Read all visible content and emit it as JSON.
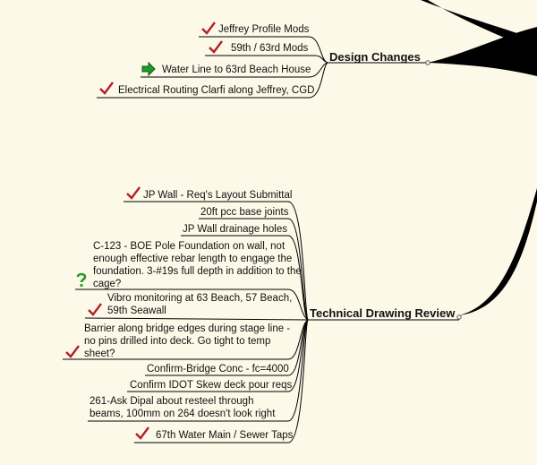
{
  "colors": {
    "background": "#fdf9e8",
    "line": "#000000",
    "check": "#b3202a",
    "arrow": "#1e9b2b",
    "question": "#1e9b2b"
  },
  "topics": {
    "design": {
      "title": "Design Changes",
      "items": [
        {
          "text": "Jeffrey Profile Mods",
          "icon": "check-icon"
        },
        {
          "text": "59th / 63rd Mods",
          "icon": "check-icon"
        },
        {
          "text": "Water Line to 63rd Beach House",
          "icon": "arrow-right-icon"
        },
        {
          "text": "Electrical Routing Clarfi along Jeffrey, CGD",
          "icon": "check-icon"
        }
      ]
    },
    "review": {
      "title": "Technical Drawing Review",
      "items": [
        {
          "text": "JP Wall - Req's Layout Submittal",
          "icon": "check-icon"
        },
        {
          "text": "20ft pcc base joints",
          "icon": ""
        },
        {
          "text": "JP Wall drainage holes",
          "icon": ""
        },
        {
          "text": "C-123 - BOE Pole Foundation on wall, not enough effective rebar length to engage the foundation. 3-#19s full depth in addition to the cage?",
          "icon": "question-icon"
        },
        {
          "text": "Vibro monitoring at 63 Beach, 57 Beach, 59th Seawall",
          "icon": "check-icon"
        },
        {
          "text": "Barrier along bridge edges during stage line - no pins drilled into deck. Go tight to temp sheet?",
          "icon": "check-icon"
        },
        {
          "text": "Confirm-Bridge Conc - fc=4000",
          "icon": ""
        },
        {
          "text": "Confirm IDOT Skew deck pour reqs",
          "icon": ""
        },
        {
          "text": "261-Ask Dipal about resteel through beams, 100mm on 264 doesn't look right",
          "icon": ""
        },
        {
          "text": "67th Water Main / Sewer Taps",
          "icon": "check-icon"
        }
      ]
    }
  }
}
